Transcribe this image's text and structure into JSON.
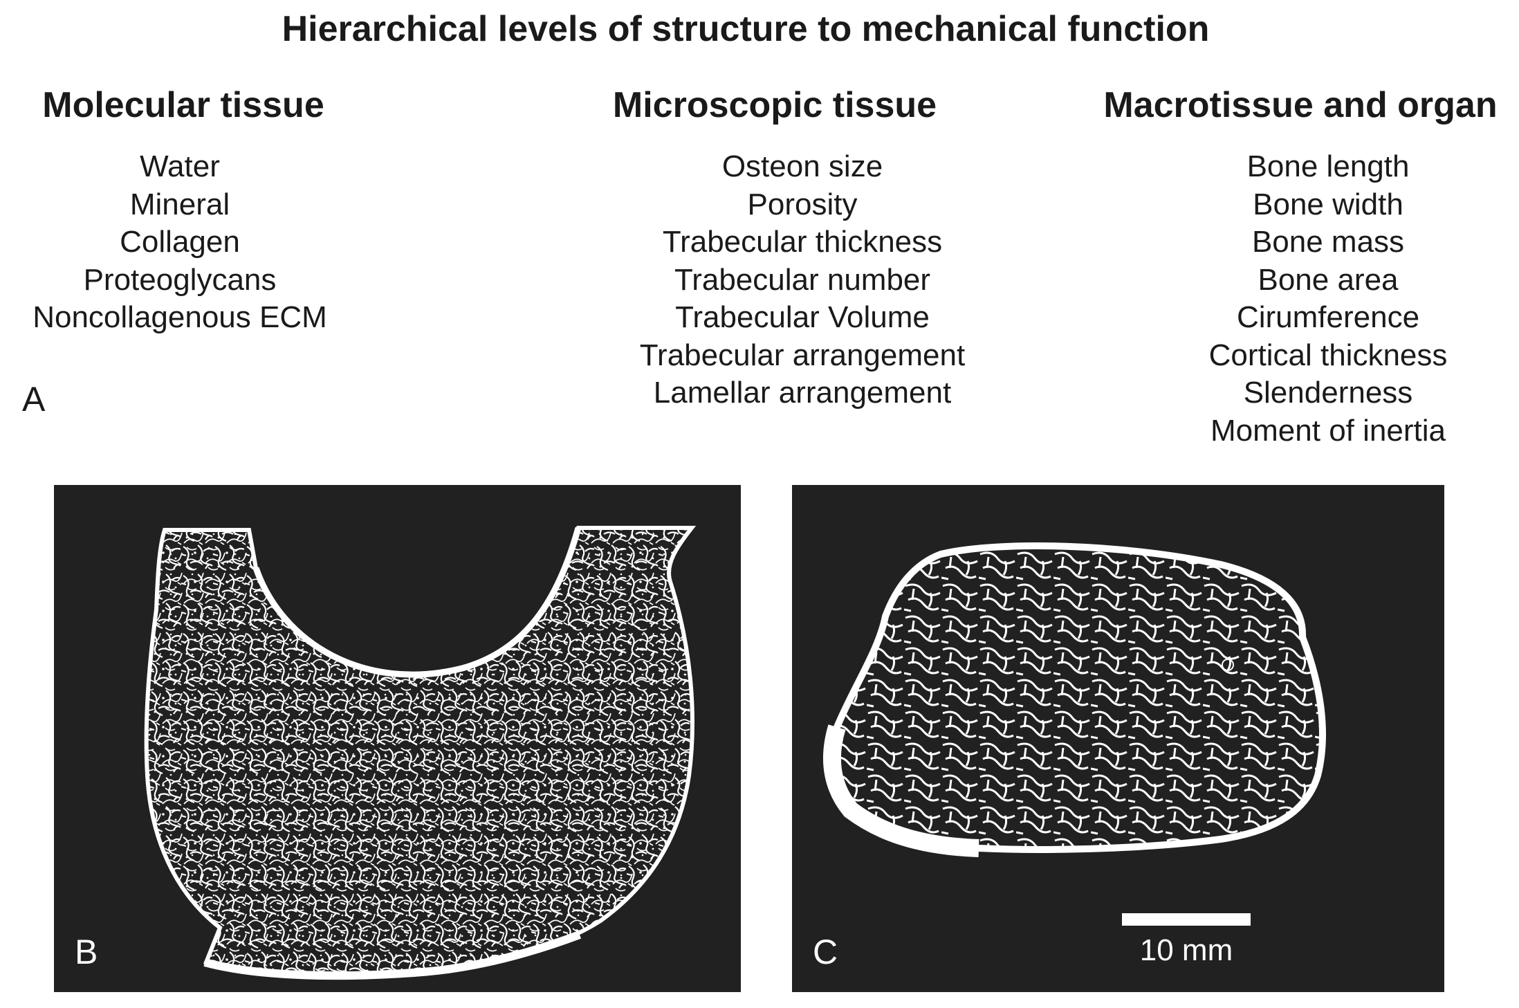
{
  "title": "Hierarchical levels of structure to mechanical function",
  "columns": [
    {
      "heading": "Molecular tissue",
      "items": [
        "Water",
        "Mineral",
        "Collagen",
        "Proteoglycans",
        "Noncollagenous ECM"
      ]
    },
    {
      "heading": "Microscopic tissue",
      "items": [
        "Osteon size",
        "Porosity",
        "Trabecular thickness",
        "Trabecular number",
        "Trabecular Volume",
        "Trabecular arrangement",
        "Lamellar arrangement"
      ]
    },
    {
      "heading": "Macrotissue and organ",
      "items": [
        "Bone length",
        "Bone width",
        "Bone mass",
        "Bone area",
        "Cirumference",
        "Cortical thickness",
        "Slenderness",
        "Moment of inertia"
      ]
    }
  ],
  "panel_labels": {
    "a": "A",
    "b": "B",
    "c": "C"
  },
  "scale_bar": {
    "label": "10 mm"
  },
  "colors": {
    "panel_background": "#212121",
    "bone": "#ffffff",
    "text": "#1a1a1a"
  }
}
